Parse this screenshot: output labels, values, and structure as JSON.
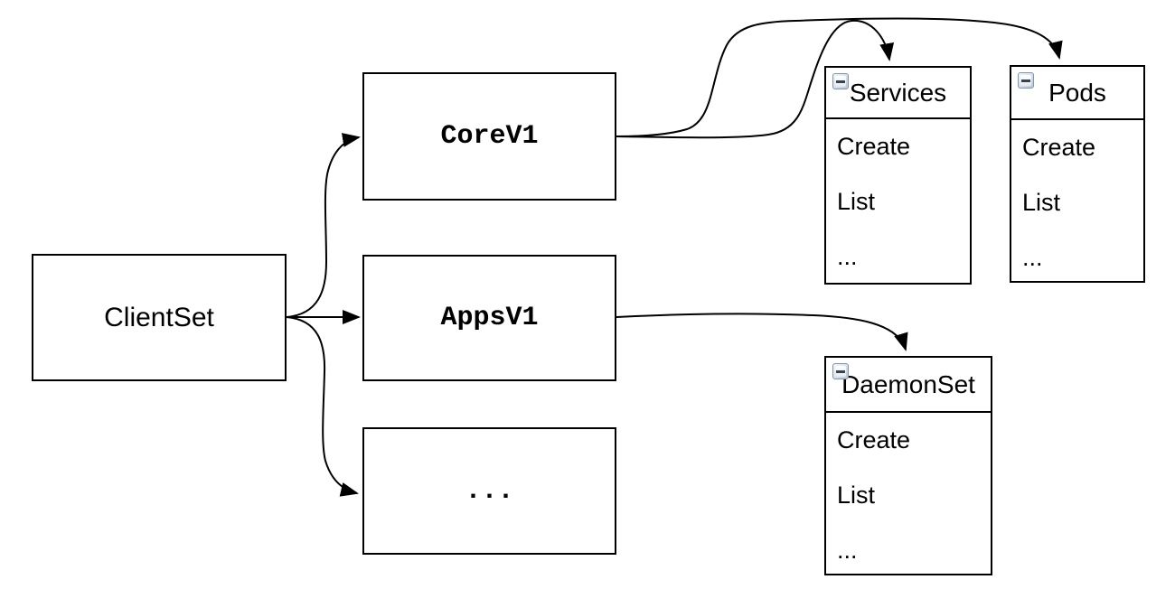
{
  "diagram": {
    "description": "ClientSet API group structure diagram"
  },
  "nodes": {
    "clientset": {
      "label": "ClientSet"
    },
    "corev1": {
      "label": "CoreV1"
    },
    "appsv1": {
      "label": "AppsV1"
    },
    "more": {
      "label": "..."
    }
  },
  "classes": {
    "services": {
      "title": "Services",
      "methods": [
        "Create",
        "List",
        "..."
      ]
    },
    "pods": {
      "title": "Pods",
      "methods": [
        "Create",
        "List",
        "..."
      ]
    },
    "daemonset": {
      "title": "DaemonSet",
      "methods": [
        "Create",
        "List",
        "..."
      ]
    }
  },
  "icons": {
    "collapse": "collapse-minus-icon"
  },
  "edges": [
    {
      "from": "ClientSet",
      "to": "CoreV1"
    },
    {
      "from": "ClientSet",
      "to": "AppsV1"
    },
    {
      "from": "ClientSet",
      "to": "..."
    },
    {
      "from": "CoreV1",
      "to": "Services"
    },
    {
      "from": "CoreV1",
      "to": "Pods"
    },
    {
      "from": "AppsV1",
      "to": "DaemonSet"
    }
  ],
  "colors": {
    "stroke": "#000000",
    "background": "#ffffff",
    "icon_border": "#8494a4",
    "icon_fill": "#c9d6e2",
    "icon_glyph": "#39434d"
  }
}
